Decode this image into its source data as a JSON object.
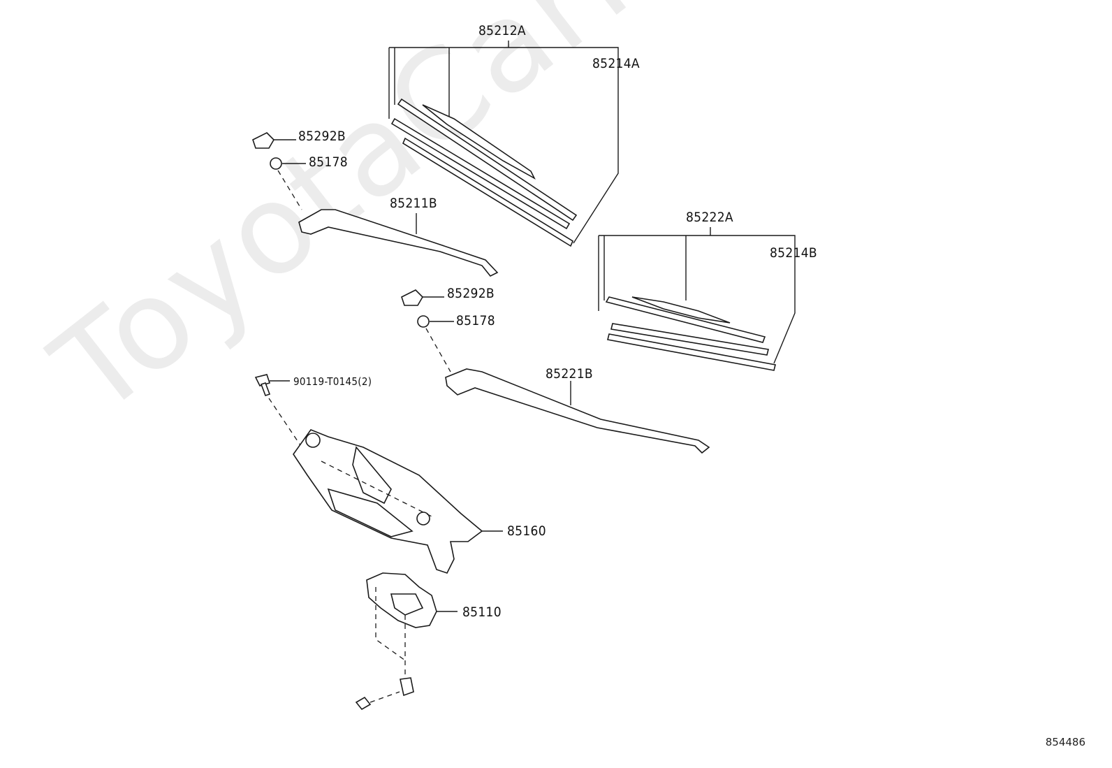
{
  "watermark": "ToyotaCarMine.ru",
  "diagram_ref": "854486",
  "callouts": {
    "blade_assy_front_left": "85212A",
    "blade_insert_left": "85214A",
    "cap_upper": "85292B",
    "nut_upper": "85178",
    "arm_left": "85211B",
    "cap_lower": "85292B",
    "nut_lower": "85178",
    "blade_assy_right": "85222A",
    "blade_insert_right": "85214B",
    "arm_right": "85221B",
    "bolt": "90119-T0145(2)",
    "link_assy": "85160",
    "motor": "85110"
  }
}
